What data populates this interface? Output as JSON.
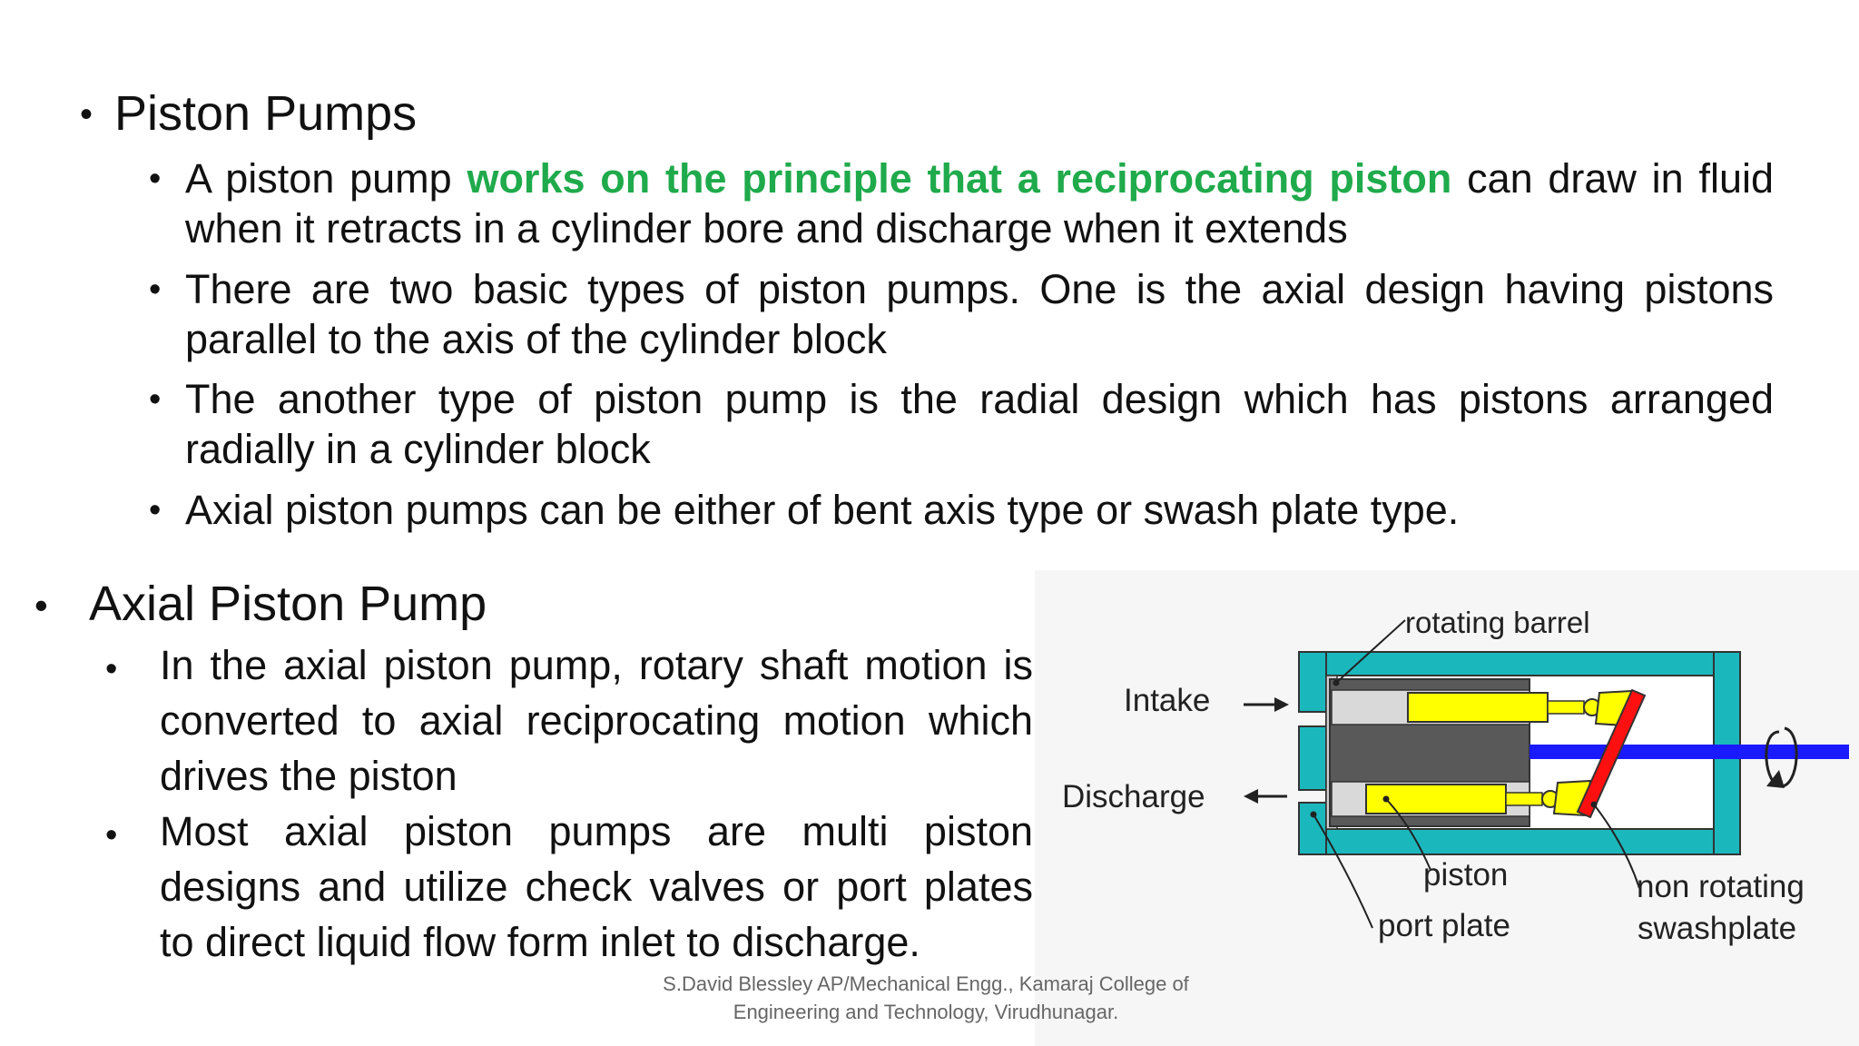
{
  "section1": {
    "heading": "Piston Pumps",
    "bullets": [
      {
        "before": "A piston pump ",
        "highlight": "works on the principle that a reciprocating piston",
        "after": " can draw in fluid when it retracts in a cylinder bore and discharge when it extends"
      },
      {
        "text": "There are two basic types of piston pumps. One is the axial design having pistons parallel to the axis of the cylinder block"
      },
      {
        "text": "The another type of piston pump is the radial design which has pistons arranged radially in a cylinder block"
      },
      {
        "text": "Axial piston pumps can be either of bent axis type or swash plate type."
      }
    ]
  },
  "section2": {
    "heading": "Axial Piston Pump",
    "bullets": [
      {
        "text": "In the axial piston pump, rotary shaft motion is converted to axial reciprocating motion which drives the piston"
      },
      {
        "text": "Most axial piston pumps are multi piston designs and utilize check valves or port plates to direct liquid flow form inlet to discharge."
      }
    ]
  },
  "diagram": {
    "labels": {
      "rotating_barrel": "rotating barrel",
      "intake": "Intake",
      "discharge": "Discharge",
      "piston": "piston",
      "port_plate": "port plate",
      "non_rotating": "non rotating",
      "swashplate": "swashplate"
    },
    "colors": {
      "housing": "#1ab8bd",
      "piston": "#ffff00",
      "shaft": "#1a1aff",
      "swashplate": "#ff1010",
      "barrel": "#595959"
    }
  },
  "footer": {
    "line1": "S.David Blessley AP/Mechanical Engg., Kamaraj College of",
    "line2": "Engineering and Technology, Virudhunagar."
  }
}
